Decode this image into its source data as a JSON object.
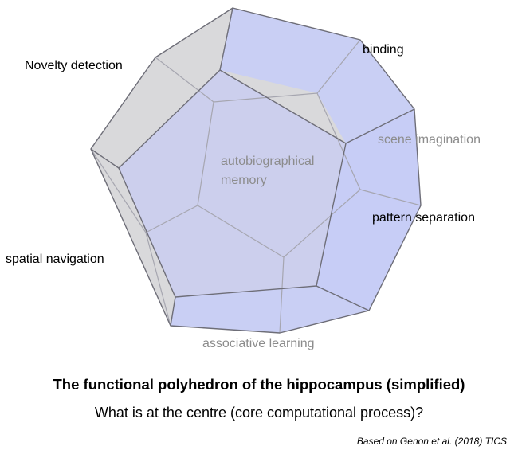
{
  "diagram": {
    "face_labels": {
      "novelty_detection": "Novelty detection",
      "binding": "binding",
      "scene_imagination": "scene imagination",
      "autobiographical_memory_line1": "autobiographical",
      "autobiographical_memory_line2": "memory",
      "pattern_separation": "pattern separation",
      "spatial_navigation": "spatial navigation",
      "associative_learning": "associative learning"
    },
    "colors": {
      "gray_face": "#d6d6d8",
      "blue_face": "#c6ccf8",
      "edge": "#6e6e78",
      "hidden_edge": "#a6a6b0",
      "gray_text": "#8c8c8c"
    }
  },
  "caption": {
    "title": "The functional polyhedron of the hippocampus (simplified)",
    "question": "What is at the centre (core computational process)?",
    "source": "Based on Genon et al. (2018) TICS"
  }
}
